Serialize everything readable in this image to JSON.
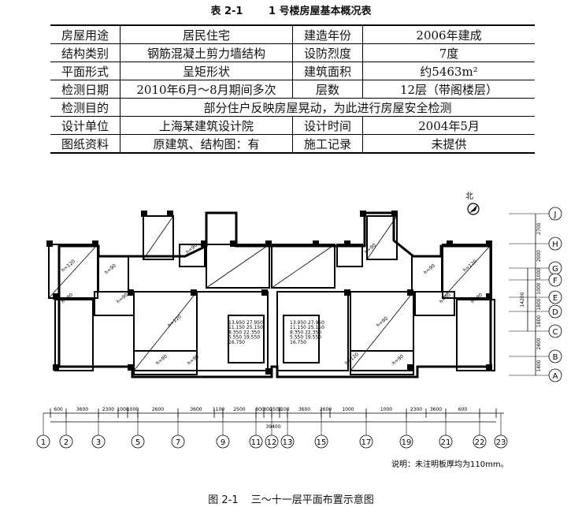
{
  "table": {
    "caption_no": "表 2-1",
    "caption_title": "1 号楼房屋基本概况表",
    "rows": [
      [
        "房屋用途",
        "居民住宅",
        "建造年份",
        "2006年建成"
      ],
      [
        "结构类别",
        "钢筋混凝土剪力墙结构",
        "设防烈度",
        "7度"
      ],
      [
        "平面形式",
        "呈矩形状",
        "建筑面积",
        "约5463m²"
      ],
      [
        "检测日期",
        "2010年6月～8月期间多次",
        "层数",
        "12层（带阁楼层）"
      ],
      [
        "检测目的",
        "部分住户反映房屋晃动，为此进行房屋安全检测"
      ],
      [
        "设计单位",
        "上海某建筑设计院",
        "设计时间",
        "2004年5月"
      ],
      [
        "图纸资料",
        "原建筑、结构图：有",
        "施工记录",
        "未提供"
      ]
    ]
  },
  "figure": {
    "caption_no": "图 2-1",
    "caption_title": "三～十一层平面布置示意图",
    "north": "北",
    "note": "说明：未注明板厚均为110mm。",
    "axes_numbers": [
      "1",
      "2",
      "3",
      "5",
      "7",
      "9",
      "11",
      "12",
      "13",
      "15",
      "17",
      "19",
      "21",
      "22",
      "23"
    ],
    "axes_letters": [
      "J",
      "H",
      "G",
      "F",
      "E",
      "D",
      "C",
      "B",
      "A"
    ],
    "bottom_dims": [
      "600",
      "3600",
      "2300",
      "1000",
      "1000",
      "2600",
      "3600",
      "1100",
      "2500",
      "800",
      "800",
      "2500",
      "1100",
      "3600",
      "2600",
      "1000",
      "1000",
      "2300",
      "3600",
      "600"
    ],
    "total_dim": "39400",
    "right_dims": [
      "2700",
      "2000",
      "1000",
      "1000",
      "1800",
      "1800",
      "2400",
      "1400"
    ],
    "right_total": "14200",
    "slab_labels": [
      "h=120",
      "h=90",
      "h=90",
      "h=90",
      "h=120",
      "h=90",
      "h=90",
      "h=90",
      "h=90",
      "h=90",
      "h=120",
      "h=90",
      "h=90",
      "h=90",
      "h=120",
      "h=90"
    ],
    "elev_left": [
      "13.950  27.950",
      "11.150  25.150",
      "8.350  22.350",
      "5.550  19.550",
      "16.750"
    ],
    "elev_right": [
      "13.950  27.950",
      "11.150  25.150",
      "8.350  22.350",
      "5.550  19.550",
      "16.750"
    ]
  }
}
